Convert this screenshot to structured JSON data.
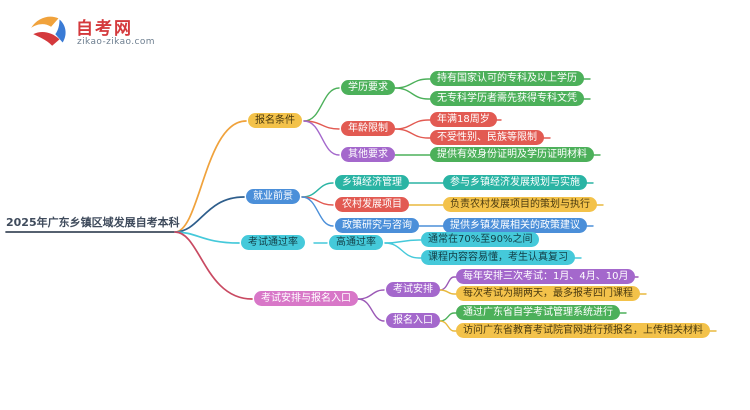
{
  "logo": {
    "brand": "自考网",
    "domain": "zikao-zikao.com"
  },
  "mindmap": {
    "root": "2025年广东乡镇区域发展自考本科",
    "branches": [
      {
        "label": "报名条件",
        "children": [
          {
            "label": "学历要求",
            "leaves": [
              "持有国家认可的专科及以上学历",
              "无专科学历者需先获得专科文凭"
            ]
          },
          {
            "label": "年龄限制",
            "leaves": [
              "年满18周岁",
              "不受性别、民族等限制"
            ]
          },
          {
            "label": "其他要求",
            "leaves": [
              "提供有效身份证明及学历证明材料"
            ]
          }
        ]
      },
      {
        "label": "就业前景",
        "children": [
          {
            "label": "乡镇经济管理",
            "leaves": [
              "参与乡镇经济发展规划与实施"
            ]
          },
          {
            "label": "农村发展项目",
            "leaves": [
              "负责农村发展项目的策划与执行"
            ]
          },
          {
            "label": "政策研究与咨询",
            "leaves": [
              "提供乡镇发展相关的政策建议"
            ]
          }
        ]
      },
      {
        "label": "考试通过率",
        "children": [
          {
            "label": "高通过率",
            "leaves": [
              "通常在70%至90%之间",
              "课程内容容易懂，考生认真复习"
            ]
          }
        ]
      },
      {
        "label": "考试安排与报名入口",
        "children": [
          {
            "label": "考试安排",
            "leaves": [
              "每年安排三次考试：1月、4月、10月",
              "每次考试为期两天，最多报考四门课程"
            ]
          },
          {
            "label": "报名入口",
            "leaves": [
              "通过广东省自学考试管理系统进行",
              "访问广东省教育考试院官网进行预报名，上传相关材料"
            ]
          }
        ]
      }
    ]
  },
  "colors": {
    "brand_red": "#d4393c",
    "orange": "#f0a23c",
    "yellow": "#f3c24a",
    "green": "#4cb05a",
    "red": "#e25a52",
    "purple": "#a468cc",
    "teal": "#2ab4a4",
    "blue": "#4b8fd9",
    "cyan": "#45c9da",
    "magenta": "#d877c8",
    "navy": "#2e5e8c",
    "crimson": "#c94a62",
    "root_text": "#3f4b5c"
  }
}
